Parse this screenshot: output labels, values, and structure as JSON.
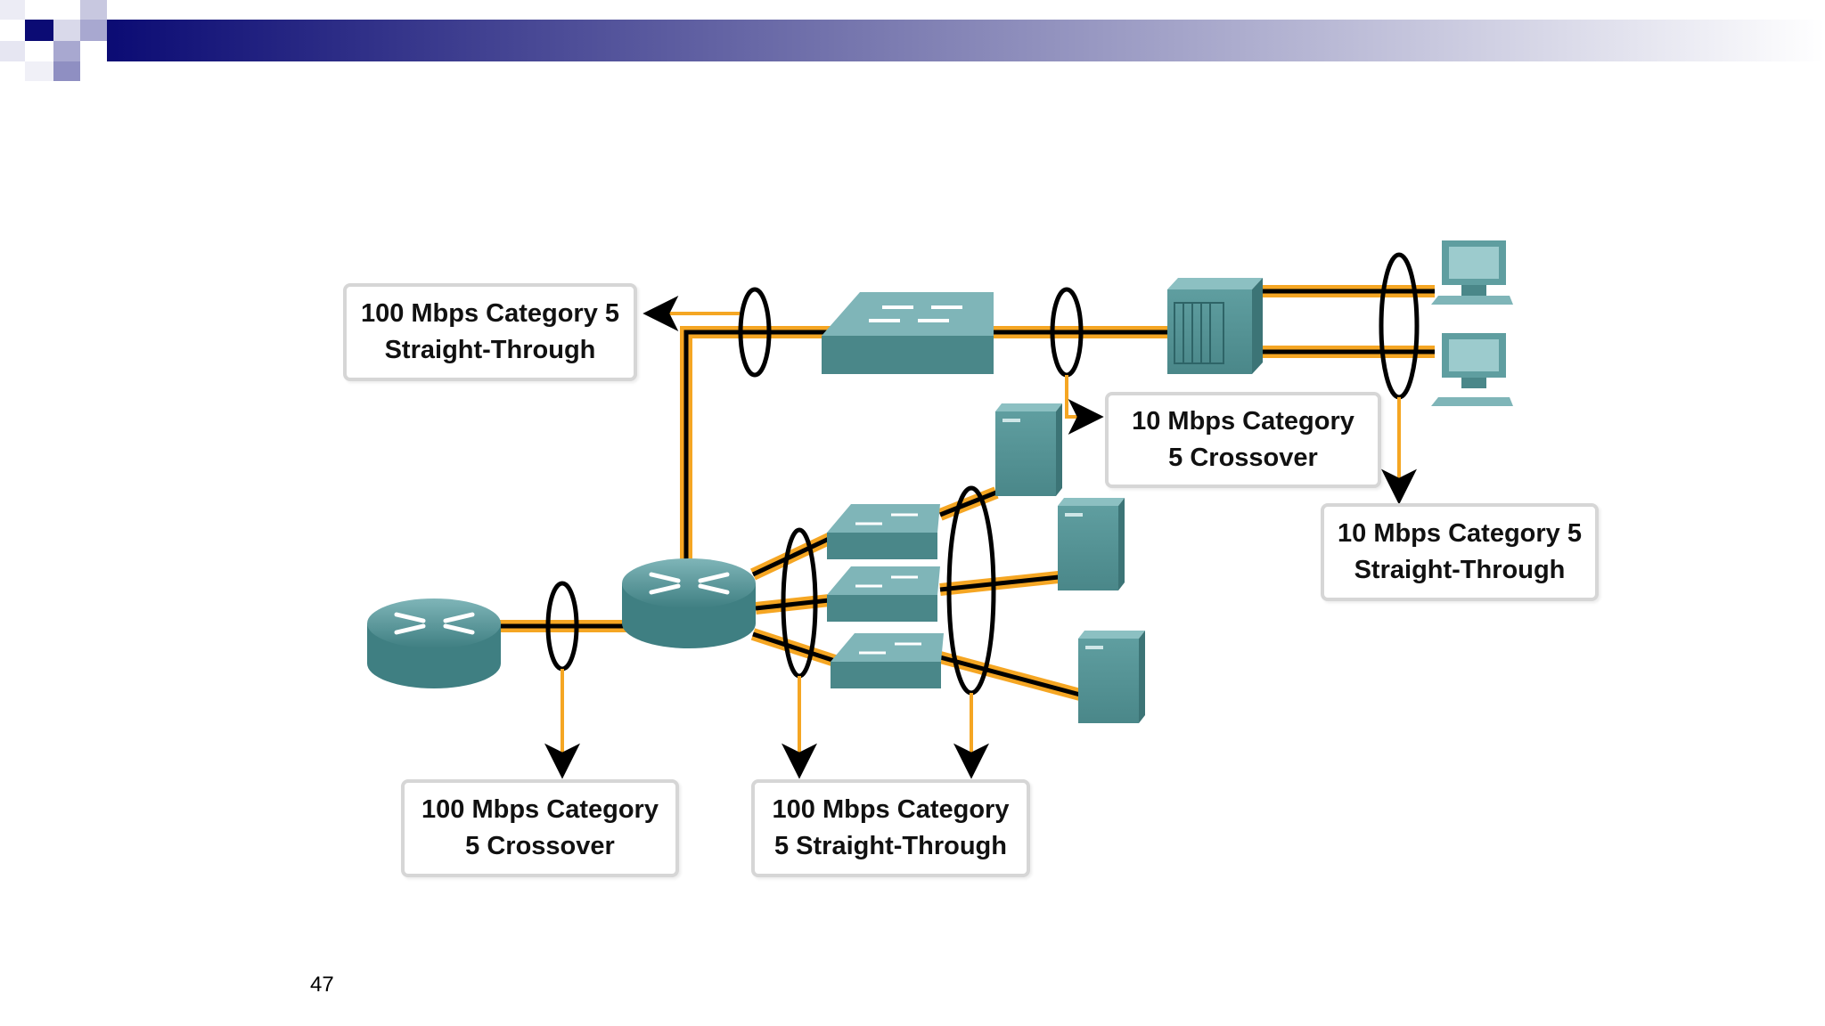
{
  "slide": {
    "number": "47"
  },
  "colors": {
    "banner_dark": "#0b0b74",
    "banner_mid": "#5f5fa3",
    "square_light": "#a8a8d0",
    "cable_orange": "#f5a623",
    "cable_black": "#000000",
    "device_teal": "#5f9ea0",
    "callout_border": "#d6d6d6"
  },
  "diagram": {
    "devices": [
      {
        "id": "router-left",
        "type": "router"
      },
      {
        "id": "router-center",
        "type": "router"
      },
      {
        "id": "switch-top",
        "type": "switch"
      },
      {
        "id": "switch-1",
        "type": "switch"
      },
      {
        "id": "switch-2",
        "type": "switch"
      },
      {
        "id": "switch-3",
        "type": "switch"
      },
      {
        "id": "hub",
        "type": "hub"
      },
      {
        "id": "server-1",
        "type": "server"
      },
      {
        "id": "server-2",
        "type": "server"
      },
      {
        "id": "server-3",
        "type": "server"
      },
      {
        "id": "pc-1",
        "type": "workstation"
      },
      {
        "id": "pc-2",
        "type": "workstation"
      }
    ],
    "labels": {
      "top_left": {
        "line1": "100 Mbps Category 5",
        "line2": "Straight-Through"
      },
      "mid_crossover_10": {
        "line1": "10 Mbps Category",
        "line2": "5 Crossover"
      },
      "right_straight_10": {
        "line1": "10 Mbps Category 5",
        "line2": "Straight-Through"
      },
      "bottom_crossover_100": {
        "line1": "100 Mbps Category",
        "line2": "5 Crossover"
      },
      "bottom_straight_100": {
        "line1": "100 Mbps Category",
        "line2": "5 Straight-Through"
      }
    }
  }
}
